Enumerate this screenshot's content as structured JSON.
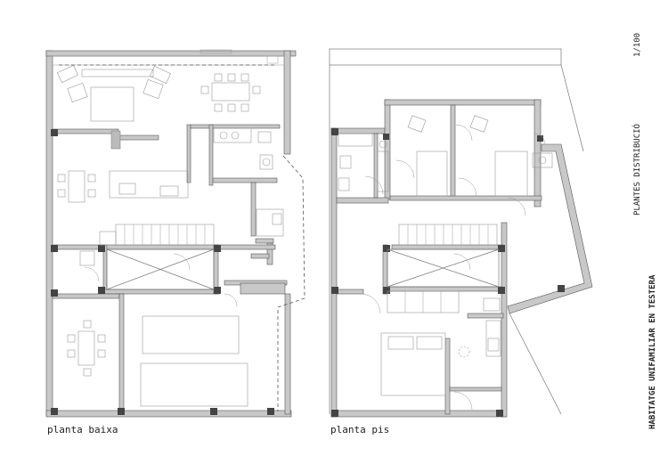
{
  "drawing": {
    "ground_floor_label": "planta baixa",
    "upper_floor_label": "planta pis",
    "project_title": "HABITATGE UNIFAMILIAR EN TESTERA",
    "sheet_title": "PLANTES DISTRIBUCIÓ",
    "scale": "1/100"
  },
  "colors": {
    "wall_fill": "#c8c8c8",
    "wall_stroke": "#555555",
    "line": "#777777",
    "column": "#444444"
  }
}
